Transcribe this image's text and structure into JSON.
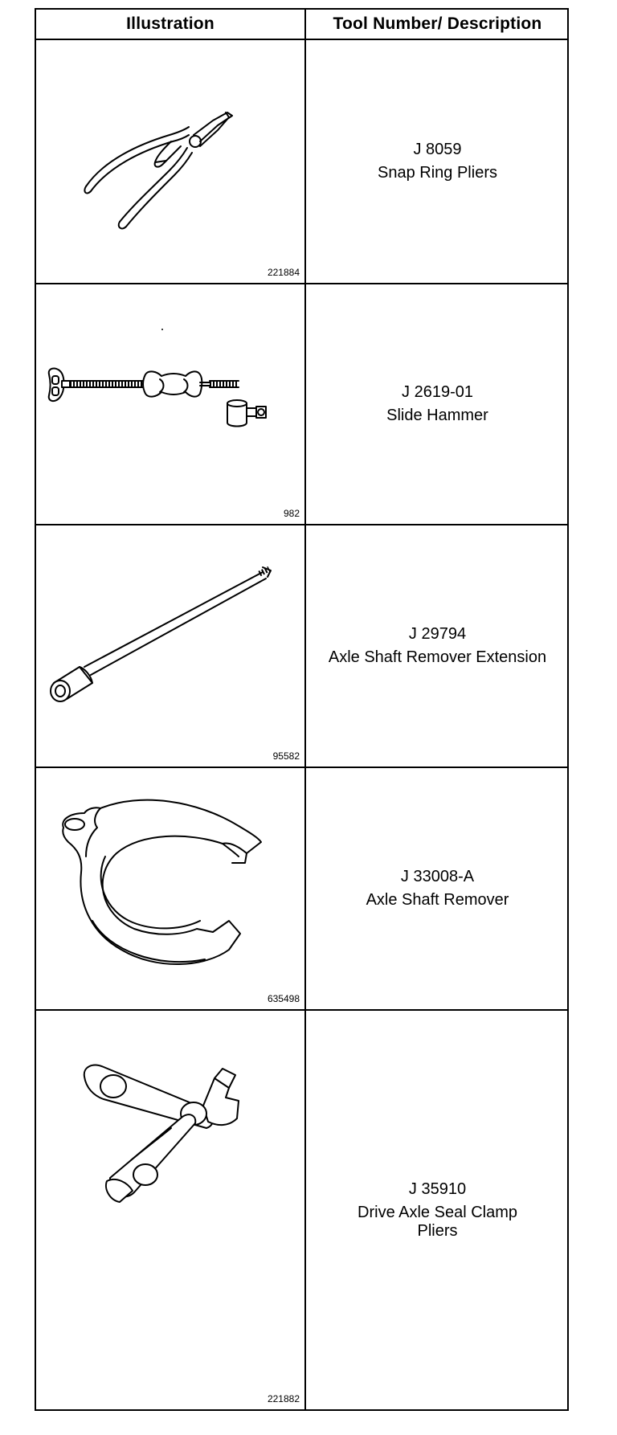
{
  "header": {
    "illustration": "Illustration",
    "description": "Tool Number/ Description"
  },
  "rows": [
    {
      "figure_id": "221884",
      "tool_number": "J 8059",
      "description": "Snap Ring Pliers",
      "icon": "snap-ring-pliers-icon"
    },
    {
      "figure_id": "982",
      "tool_number": "J 2619-01",
      "description": "Slide Hammer",
      "icon": "slide-hammer-icon"
    },
    {
      "figure_id": "95582",
      "tool_number": "J 29794",
      "description": "Axle Shaft Remover Extension",
      "icon": "extension-rod-icon"
    },
    {
      "figure_id": "635498",
      "tool_number": "J 33008-A",
      "description": "Axle Shaft Remover",
      "icon": "axle-shaft-remover-icon"
    },
    {
      "figure_id": "221882",
      "tool_number": "J 35910",
      "description": "Drive Axle Seal Clamp Pliers",
      "icon": "seal-clamp-pliers-icon"
    }
  ]
}
